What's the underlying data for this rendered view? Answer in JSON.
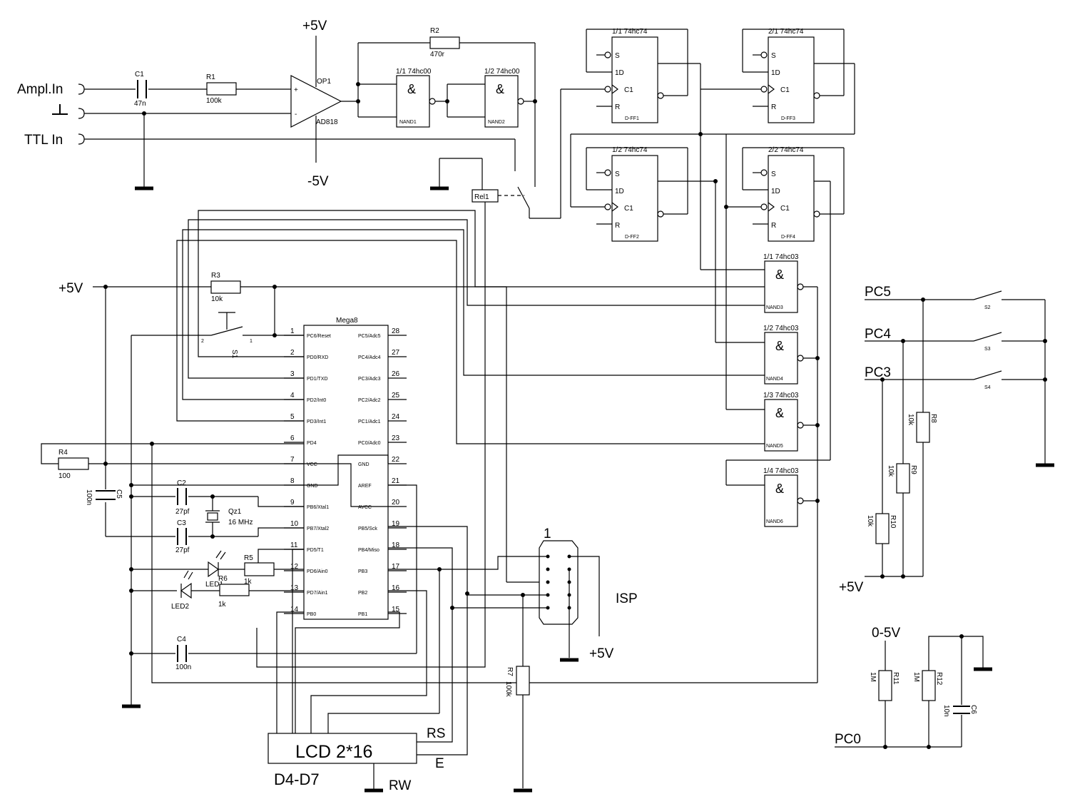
{
  "labels": {
    "ampl_in": "Ampl.In",
    "ttl_in": "TTL In",
    "plus5v": "+5V",
    "minus5v": "-5V",
    "pc5": "PC5",
    "pc4": "PC4",
    "pc3": "PC3",
    "pc0": "PC0",
    "range": "0-5V",
    "isp": "ISP",
    "isp_pin1": "1",
    "lcd": "LCD 2*16",
    "d4d7": "D4-D7",
    "rs": "RS",
    "e": "E",
    "rw": "RW"
  },
  "opamp": {
    "ref": "OP1",
    "part": "AD818",
    "plus": "+",
    "minus": "-"
  },
  "mcu": {
    "name": "Mega8",
    "left_pins": [
      {
        "num": "1",
        "name": "PC6/Reset"
      },
      {
        "num": "2",
        "name": "PD0/RXD"
      },
      {
        "num": "3",
        "name": "PD1/TXD"
      },
      {
        "num": "4",
        "name": "PD2/Int0"
      },
      {
        "num": "5",
        "name": "PD3/Int1"
      },
      {
        "num": "6",
        "name": "PD4"
      },
      {
        "num": "7",
        "name": "VCC"
      },
      {
        "num": "8",
        "name": "GND"
      },
      {
        "num": "9",
        "name": "PB6/Xtal1"
      },
      {
        "num": "10",
        "name": "PB7/Xtal2"
      },
      {
        "num": "11",
        "name": "PD5/T1"
      },
      {
        "num": "12",
        "name": "PD6/Ain0"
      },
      {
        "num": "13",
        "name": "PD7/Ain1"
      },
      {
        "num": "14",
        "name": "PB0"
      }
    ],
    "right_pins": [
      {
        "num": "28",
        "name": "PC5/Adc5"
      },
      {
        "num": "27",
        "name": "PC4/Adc4"
      },
      {
        "num": "26",
        "name": "PC3/Adc3"
      },
      {
        "num": "25",
        "name": "PC2/Adc2"
      },
      {
        "num": "24",
        "name": "PC1/Adc1"
      },
      {
        "num": "23",
        "name": "PC0/Adc0"
      },
      {
        "num": "22",
        "name": "GND"
      },
      {
        "num": "21",
        "name": "AREF"
      },
      {
        "num": "20",
        "name": "AVCC"
      },
      {
        "num": "19",
        "name": "PB5/Sck"
      },
      {
        "num": "18",
        "name": "PB4/Miso"
      },
      {
        "num": "17",
        "name": "PB3"
      },
      {
        "num": "16",
        "name": "PB2"
      },
      {
        "num": "15",
        "name": "PB1"
      }
    ]
  },
  "components": {
    "c1": {
      "ref": "C1",
      "val": "47n"
    },
    "r1": {
      "ref": "R1",
      "val": "100k"
    },
    "r2": {
      "ref": "R2",
      "val": "470r"
    },
    "r3": {
      "ref": "R3",
      "val": "10k"
    },
    "r4": {
      "ref": "R4",
      "val": "100"
    },
    "r5": {
      "ref": "R5",
      "val": "1k"
    },
    "r6": {
      "ref": "R6",
      "val": "1k"
    },
    "r7": {
      "ref": "R7",
      "val": "100k"
    },
    "r8": {
      "ref": "R8",
      "val": "10k"
    },
    "r9": {
      "ref": "R9",
      "val": "10k"
    },
    "r10": {
      "ref": "R10",
      "val": "10k"
    },
    "r11": {
      "ref": "R11",
      "val": "1M"
    },
    "r12": {
      "ref": "R12",
      "val": "1M"
    },
    "c2": {
      "ref": "C2",
      "val": "27pf"
    },
    "c3": {
      "ref": "C3",
      "val": "27pf"
    },
    "c4": {
      "ref": "C4",
      "val": "100n"
    },
    "c5": {
      "ref": "C5",
      "val": "100n"
    },
    "c6": {
      "ref": "C6",
      "val": "10n"
    },
    "qz1": {
      "ref": "Qz1",
      "val": "16 MHz"
    },
    "led1": {
      "ref": "LED1"
    },
    "led2": {
      "ref": "LED2"
    },
    "s1": {
      "ref": "S1",
      "p1": "1",
      "p2": "2"
    },
    "s2": {
      "ref": "S2"
    },
    "s3": {
      "ref": "S3"
    },
    "s4": {
      "ref": "S4"
    },
    "rel1": {
      "ref": "Rel1"
    }
  },
  "gates": {
    "nand1": {
      "title": "1/1 74hc00",
      "ref": "NAND1",
      "sym": "&"
    },
    "nand2": {
      "title": "1/2 74hc00",
      "ref": "NAND2",
      "sym": "&"
    },
    "nand3": {
      "title": "1/1 74hc03",
      "ref": "NAND3",
      "sym": "&"
    },
    "nand4": {
      "title": "1/2 74hc03",
      "ref": "NAND4",
      "sym": "&"
    },
    "nand5": {
      "title": "1/3 74hc03",
      "ref": "NAND5",
      "sym": "&"
    },
    "nand6": {
      "title": "1/4 74hc03",
      "ref": "NAND6",
      "sym": "&"
    }
  },
  "flipflops": {
    "ff1": {
      "title": "1/1 74hc74",
      "ref": "D-FF1"
    },
    "ff2": {
      "title": "1/2 74hc74",
      "ref": "D-FF2"
    },
    "ff3": {
      "title": "2/1 74hc74",
      "ref": "D-FF3"
    },
    "ff4": {
      "title": "2/2 74hc74",
      "ref": "D-FF4"
    },
    "pins": {
      "s": "S",
      "d": "1D",
      "c": "C1",
      "r": "R"
    }
  }
}
